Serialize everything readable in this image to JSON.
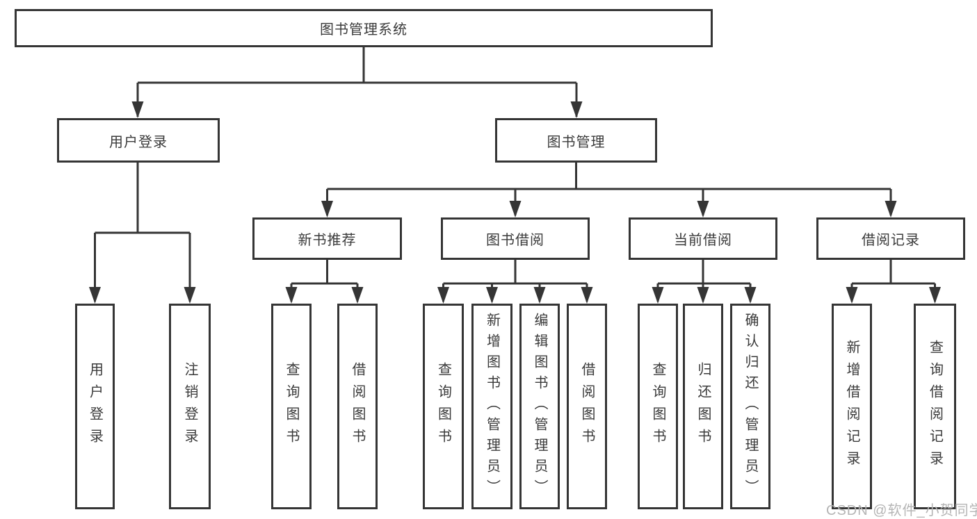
{
  "diagram": {
    "root": {
      "label": "图书管理系统"
    },
    "branches": [
      {
        "label": "用户登录",
        "children": [
          {
            "label": "用户登录"
          },
          {
            "label": "注销登录"
          }
        ]
      },
      {
        "label": "图书管理",
        "children": [
          {
            "label": "新书推荐",
            "children": [
              {
                "label": "查询图书"
              },
              {
                "label": "借阅图书"
              }
            ]
          },
          {
            "label": "图书借阅",
            "children": [
              {
                "label": "查询图书"
              },
              {
                "label": "新增图书（管理员）"
              },
              {
                "label": "编辑图书（管理员）"
              },
              {
                "label": "借阅图书"
              }
            ]
          },
          {
            "label": "当前借阅",
            "children": [
              {
                "label": "查询图书"
              },
              {
                "label": "归还图书"
              },
              {
                "label": "确认归还（管理员）"
              }
            ]
          },
          {
            "label": "借阅记录",
            "children": [
              {
                "label": "新增借阅记录"
              },
              {
                "label": "查询借阅记录"
              }
            ]
          }
        ]
      }
    ]
  },
  "watermark": {
    "text": "CSDN @软件_小贺同学"
  },
  "colors": {
    "line": "#353535",
    "text": "#3a3a3a",
    "background": "#ffffff",
    "watermark": "#b5b5b5"
  }
}
